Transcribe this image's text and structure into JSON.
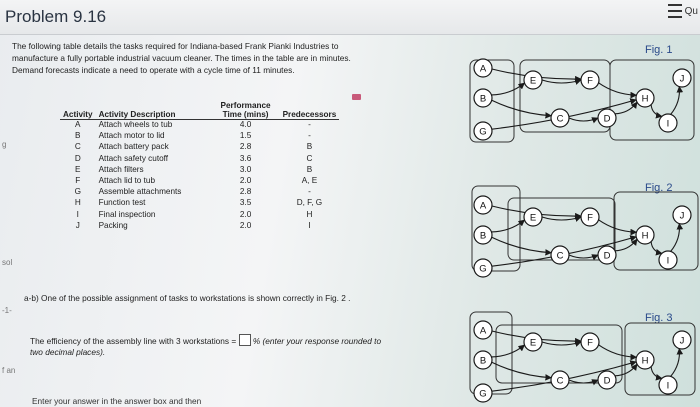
{
  "header": {
    "title": "Problem 9.16",
    "menu_label": "Qu"
  },
  "left_edge": {
    "mark1": "g",
    "mark2": "sol",
    "mark3": "-1-",
    "mark4": "f an"
  },
  "intro": "The following table details the tasks required for Indiana-based Frank Pianki Industries to manufacture a fully portable industrial vacuum cleaner. The times in the table are in minutes. Demand forecasts indicate a need to operate with a cycle time of 11 minutes.",
  "table": {
    "headers": [
      "Activity",
      "Activity Description",
      "Performance Time (mins)",
      "Predecessors"
    ],
    "rows": [
      {
        "act": "A",
        "desc": "Attach wheels to tub",
        "time": "4.0",
        "pred": "-"
      },
      {
        "act": "B",
        "desc": "Attach motor to lid",
        "time": "1.5",
        "pred": "-"
      },
      {
        "act": "C",
        "desc": "Attach battery pack",
        "time": "2.8",
        "pred": "B"
      },
      {
        "act": "D",
        "desc": "Attach safety cutoff",
        "time": "3.6",
        "pred": "C"
      },
      {
        "act": "E",
        "desc": "Attach filters",
        "time": "3.0",
        "pred": "B"
      },
      {
        "act": "F",
        "desc": "Attach lid to tub",
        "time": "2.0",
        "pred": "A, E"
      },
      {
        "act": "G",
        "desc": "Assemble attachments",
        "time": "2.8",
        "pred": "-"
      },
      {
        "act": "H",
        "desc": "Function test",
        "time": "3.5",
        "pred": "D, F, G"
      },
      {
        "act": "I",
        "desc": "Final inspection",
        "time": "2.0",
        "pred": "H"
      },
      {
        "act": "J",
        "desc": "Packing",
        "time": "2.0",
        "pred": "I"
      }
    ]
  },
  "question": "a-b) One of the possible assignment of tasks to workstations is shown correctly in Fig. 2 .",
  "answer": {
    "prefix": "The efficiency of the assembly line with 3 workstations =",
    "suffix": "% (enter your response rounded to two decimal places)."
  },
  "bottom_text": "Enter your answer in the answer box and then",
  "figures": [
    {
      "label": "Fig. 1"
    },
    {
      "label": "Fig. 2"
    },
    {
      "label": "Fig. 3"
    }
  ],
  "nodes": [
    "A",
    "B",
    "G",
    "E",
    "C",
    "F",
    "D",
    "H",
    "J",
    "I"
  ],
  "colors": {
    "node_stroke": "#1a1a1a",
    "node_fill": "#ffffff",
    "fig_label": "#2a4a8a"
  }
}
